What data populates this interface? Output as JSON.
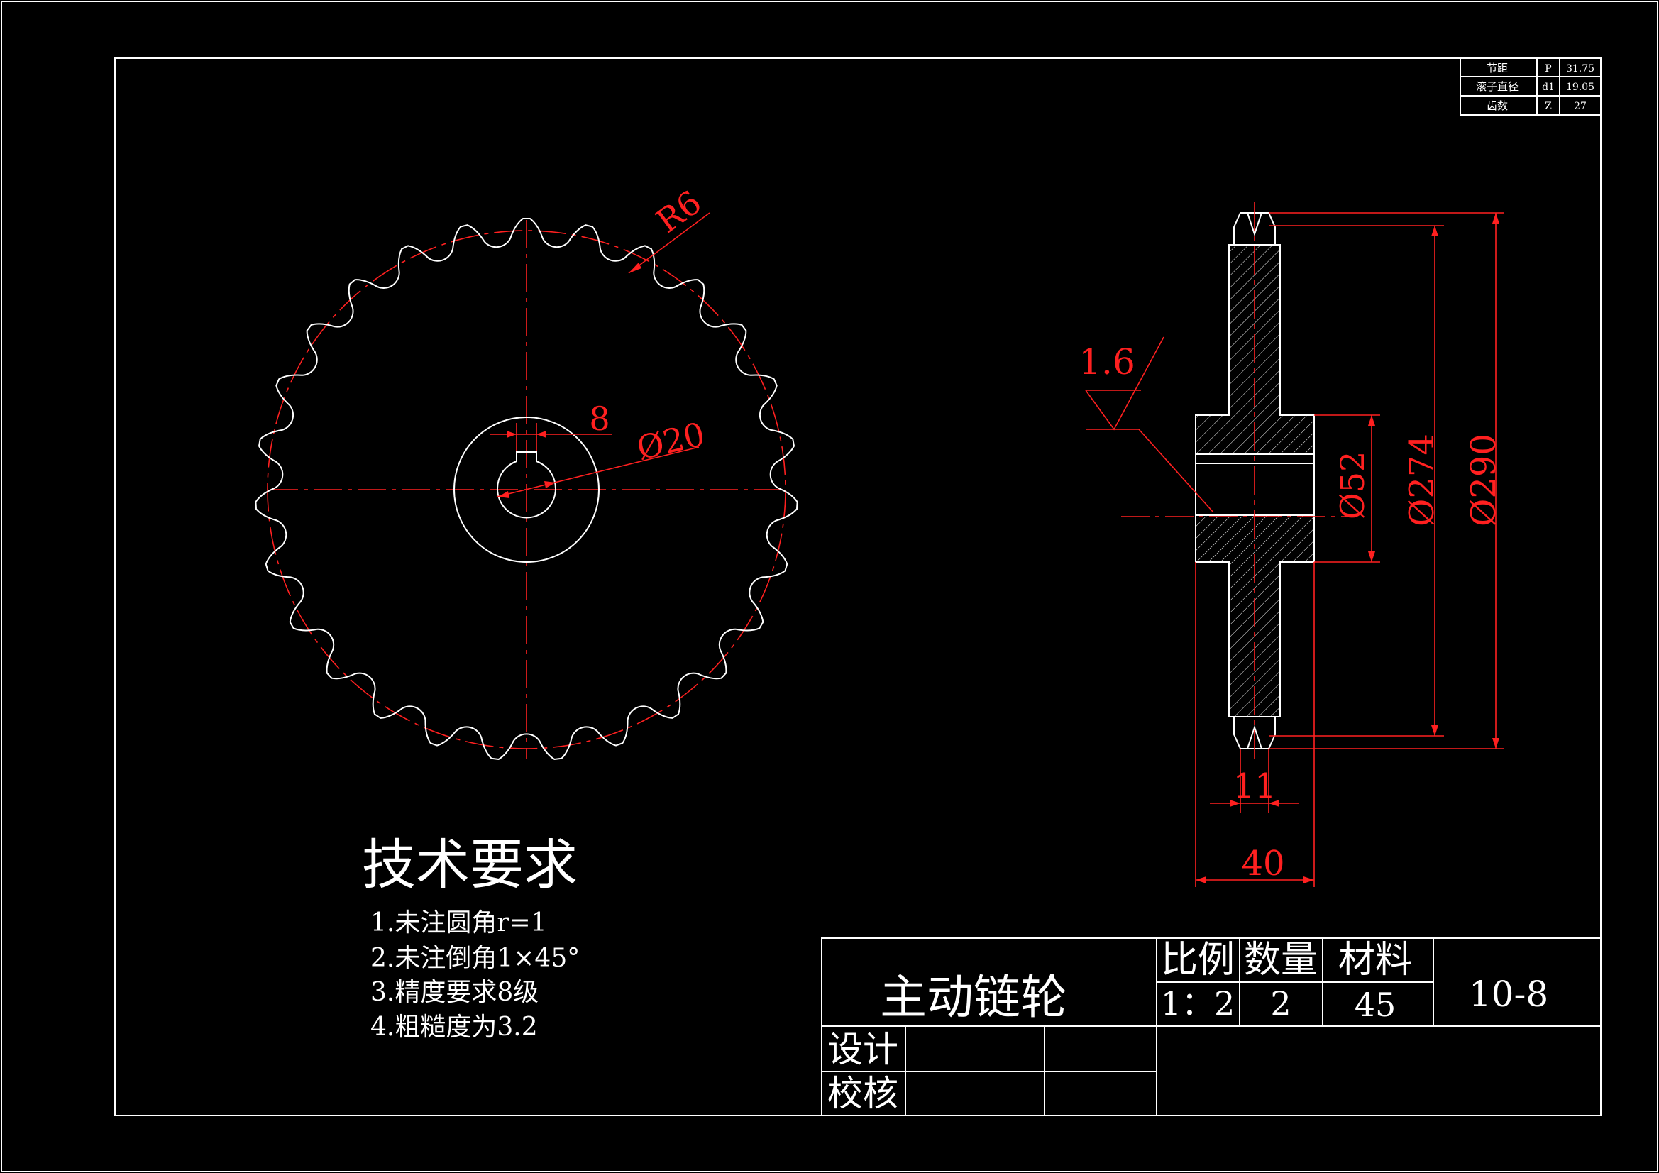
{
  "param_table": {
    "rows": [
      {
        "name": "节距",
        "symbol": "P",
        "value": "31.75"
      },
      {
        "name": "滚子直径",
        "symbol": "d1",
        "value": "19.05"
      },
      {
        "name": "齿数",
        "symbol": "Z",
        "value": "27"
      }
    ]
  },
  "front_view": {
    "teeth": 27,
    "dim_r6": "R6",
    "dim_key": "8",
    "dim_bore": "Ø20"
  },
  "section_view": {
    "roughness": "1.6",
    "dim_hub": "Ø52",
    "dim_pitch": "Ø274",
    "dim_outer": "Ø290",
    "dim_tooth_width": "11",
    "dim_hub_length": "40"
  },
  "tech_req": {
    "title": "技术要求",
    "items": [
      "1.未注圆角r=1",
      "2.未注倒角1×45°",
      "3.精度要求8级",
      "4.粗糙度为3.2"
    ]
  },
  "title_block": {
    "part_name": "主动链轮",
    "scale_label": "比例",
    "qty_label": "数量",
    "material_label": "材料",
    "scale_value": "1：2",
    "qty_value": "2",
    "material_value": "45",
    "drawing_no": "10-8",
    "design_label": "设计",
    "check_label": "校核"
  },
  "colors": {
    "background": "#000000",
    "line": "#ffffff",
    "dimension": "#ff2020"
  }
}
